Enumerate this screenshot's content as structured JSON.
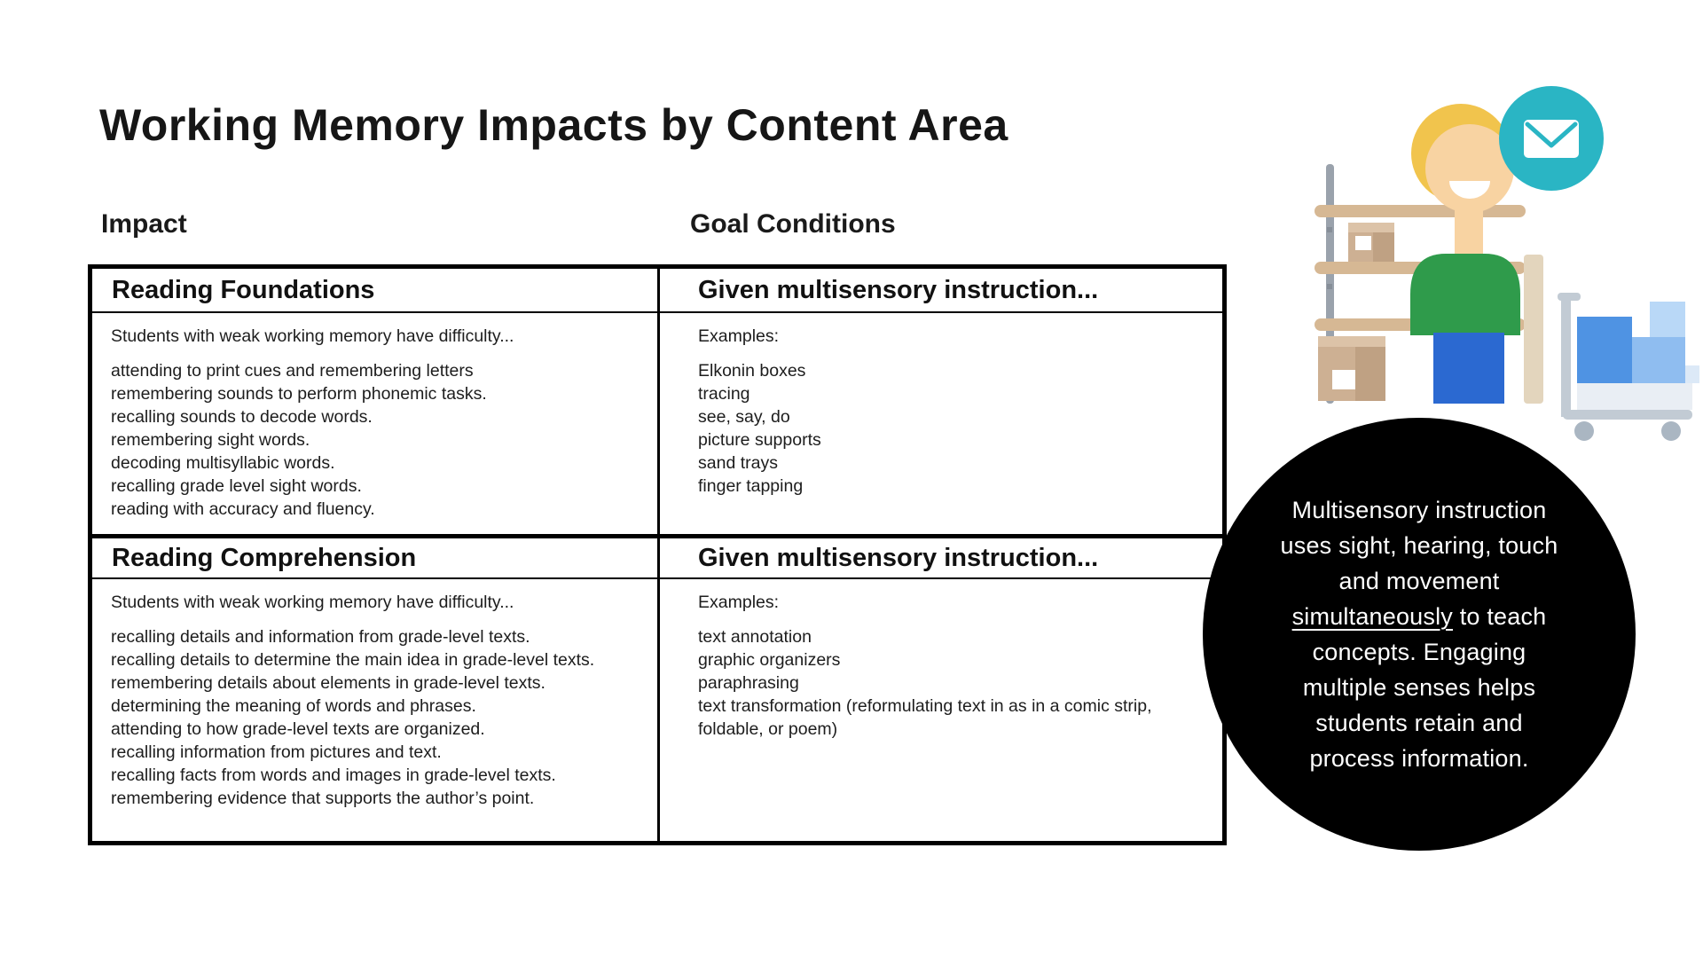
{
  "title": "Working Memory Impacts by Content Area",
  "columns": {
    "impact": "Impact",
    "goal": "Goal Conditions"
  },
  "table": {
    "reading_foundations": {
      "impact_header": "Reading Foundations",
      "goal_header": "Given multisensory instruction...",
      "impact_intro": "Students with weak working memory have difficulty...",
      "impact_items": [
        "attending to print cues and remembering letters",
        "remembering sounds to perform phonemic tasks.",
        "recalling sounds to decode words.",
        "remembering sight words.",
        "decoding multisyllabic words.",
        "recalling grade level sight words.",
        "reading with accuracy and fluency."
      ],
      "goal_intro": "Examples:",
      "goal_items": [
        "Elkonin boxes",
        "tracing",
        "see, say, do",
        "picture supports",
        "sand trays",
        "finger tapping"
      ]
    },
    "reading_comprehension": {
      "impact_header": "Reading Comprehension",
      "goal_header": "Given multisensory instruction...",
      "impact_intro": "Students with weak working memory have difficulty...",
      "impact_items": [
        "recalling details and information from grade-level texts.",
        "recalling details to determine the main idea in grade-level texts.",
        "remembering details about elements in grade-level texts.",
        "determining the meaning of words and phrases.",
        "attending to how grade-level texts are organized.",
        "recalling information from pictures and text.",
        "recalling facts from words and images in grade-level texts.",
        "remembering evidence that supports the author’s point."
      ],
      "goal_intro": "Examples:",
      "goal_items": [
        "text annotation",
        "graphic organizers",
        "paraphrasing",
        "text transformation (reformulating text in as in a comic strip, foldable, or poem)"
      ]
    }
  },
  "callout": {
    "line1": "Multisensory instruction",
    "line2": "uses sight, hearing, touch",
    "line3": "and movement",
    "line4_underline": "simultaneously",
    "line4_rest": " to teach",
    "line5": "concepts. Engaging",
    "line6": "multiple senses helps",
    "line7": "students retain and",
    "line8": "process information."
  },
  "illustration": {
    "icons": {
      "envelope": "envelope-icon"
    },
    "colors": {
      "background": "#ffffff",
      "text": "#1c1c1c",
      "table_border": "#000000",
      "callout_bg": "#000000",
      "callout_text": "#ffffff",
      "teal_badge": "#2ab5c4",
      "shirt_green": "#2f9b4b",
      "pants_blue": "#2b69d1",
      "hair_blonde": "#f1c44d",
      "skin": "#f8d3a2",
      "shelf_wood": "#d6b894",
      "shelf_pole": "#9aa2ac",
      "cardboard": "#cdb093",
      "cardboard_shade": "#bfa183",
      "cardboard_light": "#dcc3a8",
      "truck_metal": "#c2cbd4",
      "box_blue_dark": "#4f93e3",
      "box_blue_mid": "#8fbdf0",
      "box_blue_light": "#b9d8f7",
      "box_pale": "#e9eef4"
    }
  }
}
